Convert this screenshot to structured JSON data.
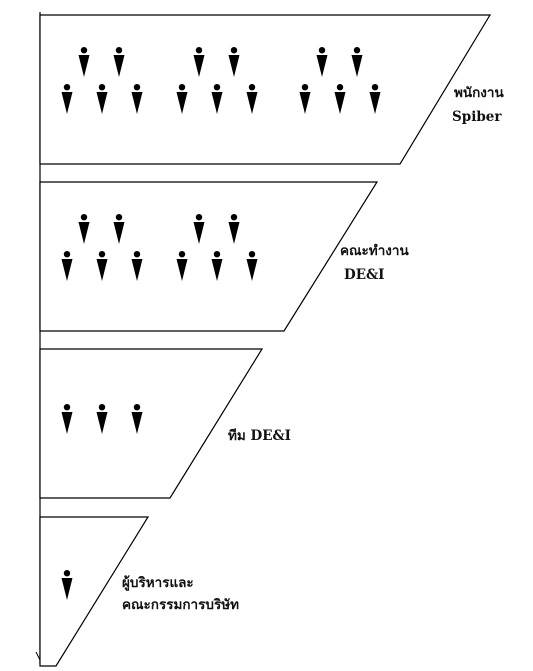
{
  "diagram": {
    "line_color": "#000000",
    "tiers": [
      {
        "id": "employees",
        "label_lines": [
          "พนักงาน",
          "Spiber"
        ],
        "people_count": 15,
        "icon": "person-icon"
      },
      {
        "id": "working-group",
        "label_lines": [
          "คณะทำงาน",
          "DE&I"
        ],
        "people_count": 10,
        "icon": "person-icon"
      },
      {
        "id": "dei-team",
        "label_lines": [
          "ทีม DE&I"
        ],
        "people_count": 3,
        "icon": "person-icon"
      },
      {
        "id": "executives",
        "label_lines": [
          "ผู้บริหารและ",
          "คณะกรรมการบริษัท"
        ],
        "people_count": 1,
        "icon": "person-icon"
      }
    ]
  }
}
